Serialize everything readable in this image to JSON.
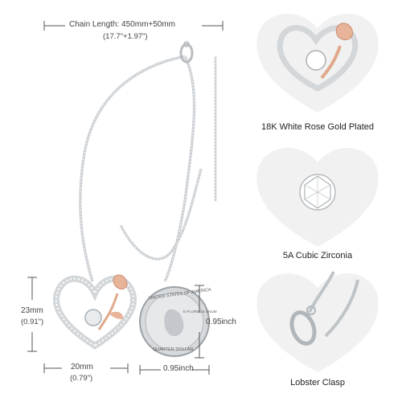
{
  "dimensions": {
    "chain_length_label": "Chain Length: 450mm+50mm",
    "chain_length_inch": "(17.7\"+1.97\")",
    "pendant_height_mm": "23mm",
    "pendant_height_inch": "(0.91\")",
    "pendant_width_mm": "20mm",
    "pendant_width_inch": "(0.79\")",
    "coin_height": "0.95inch",
    "coin_width": "0.95inch"
  },
  "coin": {
    "top_text": "UNITED STATES OF AMERICA",
    "bottom_text": "QUARTER DOLLAR",
    "motto": "E PLURIBUS UNUM"
  },
  "features": [
    {
      "caption": "18K White Rose Gold Plated",
      "icon": "pendant-closeup"
    },
    {
      "caption": "5A Cubic Zirconia",
      "icon": "gemstone"
    },
    {
      "caption": "Lobster Clasp",
      "icon": "clasp-closeup"
    }
  ],
  "colors": {
    "heart_panel": "#f1f1f1",
    "silver": "#cfd3d6",
    "rose_gold": "#e7b49a",
    "dim_line": "#555555"
  }
}
